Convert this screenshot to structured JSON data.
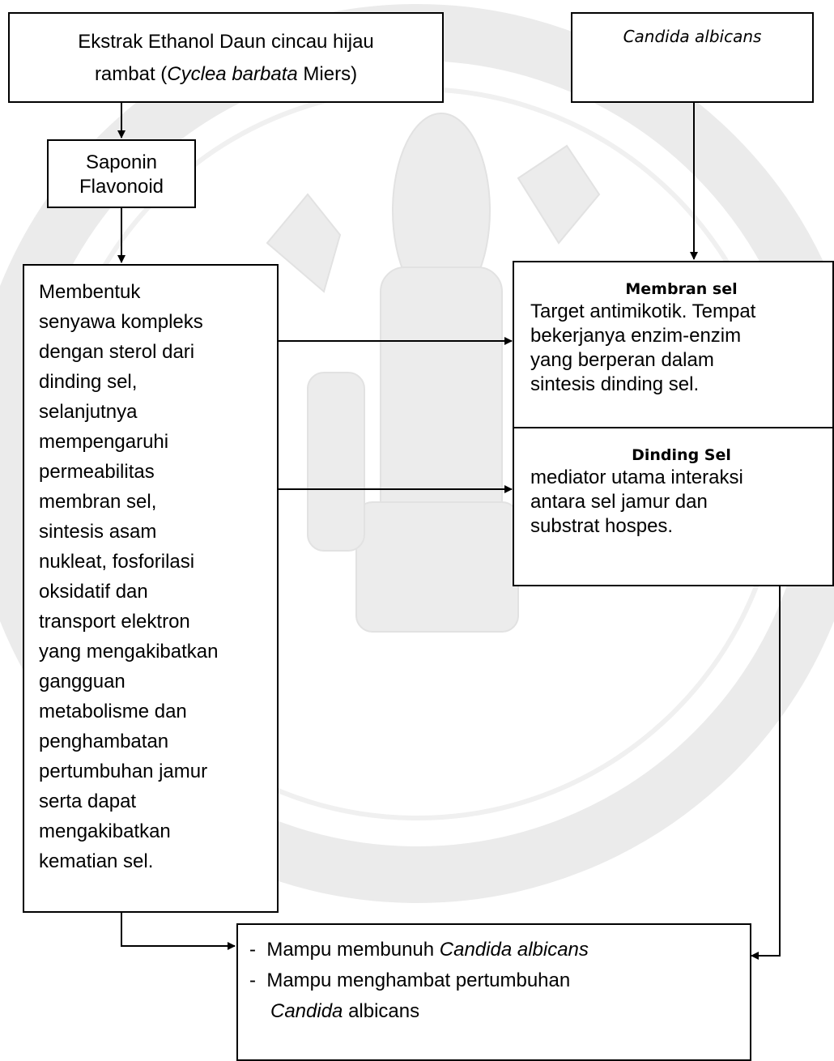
{
  "extract_box": {
    "line1": "Ekstrak Ethanol Daun cincau hijau",
    "line2_pre": "rambat (",
    "line2_italic": "Cyclea barbata",
    "line2_post": " Miers)"
  },
  "candida_box": {
    "label": "Candida albicans"
  },
  "compound_box": {
    "line1": "Saponin",
    "line2": "Flavonoid"
  },
  "mechanism_box": {
    "lines": [
      "Membentuk",
      "senyawa kompleks",
      "dengan sterol dari",
      "dinding sel,",
      "selanjutnya",
      "mempengaruhi",
      "permeabilitas",
      "membran sel,",
      "sintesis asam",
      "nukleat, fosforilasi",
      "oksidatif dan",
      "transport elektron",
      "yang mengakibatkan",
      "gangguan",
      "metabolisme dan",
      "penghambatan",
      "pertumbuhan jamur",
      "serta dapat",
      "mengakibatkan",
      "kematian sel."
    ]
  },
  "membrane_box": {
    "title": "Membran sel",
    "lines": [
      "Target antimikotik. Tempat",
      "bekerjanya enzim-enzim",
      "yang berperan dalam",
      "sintesis dinding sel."
    ]
  },
  "wall_box": {
    "title": "Dinding Sel",
    "lines": [
      "mediator utama interaksi",
      "antara sel jamur dan",
      "substrat hospes."
    ]
  },
  "result_box": {
    "item1_pre": "Mampu membunuh ",
    "item1_italic": "Candida albicans",
    "item2": "Mampu menghambat pertumbuhan",
    "item2_italic": "Candida",
    "item2_post": " albicans",
    "bullet": "-"
  }
}
